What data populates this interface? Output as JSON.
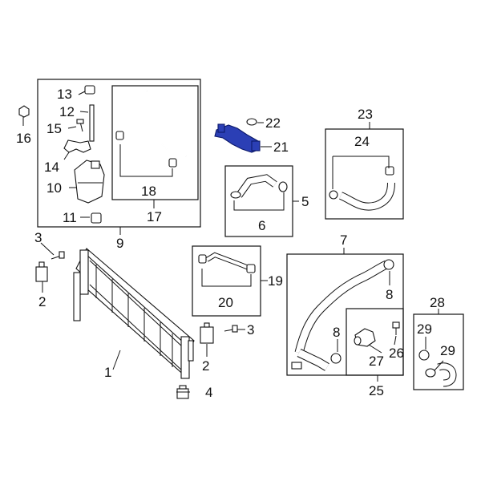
{
  "diagram": {
    "highlight_color": "#2b3fb5",
    "callouts": {
      "c1": "1",
      "c2a": "2",
      "c2b": "2",
      "c3a": "3",
      "c3b": "3",
      "c4": "4",
      "c5": "5",
      "c6": "6",
      "c7": "7",
      "c8a": "8",
      "c8b": "8",
      "c9": "9",
      "c10": "10",
      "c11": "11",
      "c12": "12",
      "c13": "13",
      "c14": "14",
      "c15": "15",
      "c16": "16",
      "c17": "17",
      "c18": "18",
      "c19": "19",
      "c20": "20",
      "c21": "21",
      "c22": "22",
      "c23": "23",
      "c24": "24",
      "c25": "25",
      "c26": "26",
      "c27": "27",
      "c28": "28",
      "c29a": "29",
      "c29b": "29"
    }
  }
}
